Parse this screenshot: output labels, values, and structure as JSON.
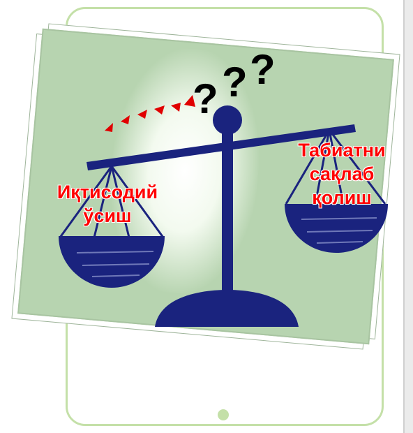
{
  "labels": {
    "left_line1": "Иқтисодий",
    "left_line2": "ўсиш",
    "right_line1": "Табиатни",
    "right_line2": "сақлаб",
    "right_line3": "қолиш"
  },
  "question_marks": [
    "?",
    "?",
    "?"
  ],
  "icons": {
    "scale": "balance-scale-icon",
    "arrow": "dashed-arc-arrow-icon"
  },
  "colors": {
    "scale": "#1a237e",
    "label": "#ff0000",
    "card": "#b7d4b0",
    "tablet_border": "#c4e0a8"
  }
}
